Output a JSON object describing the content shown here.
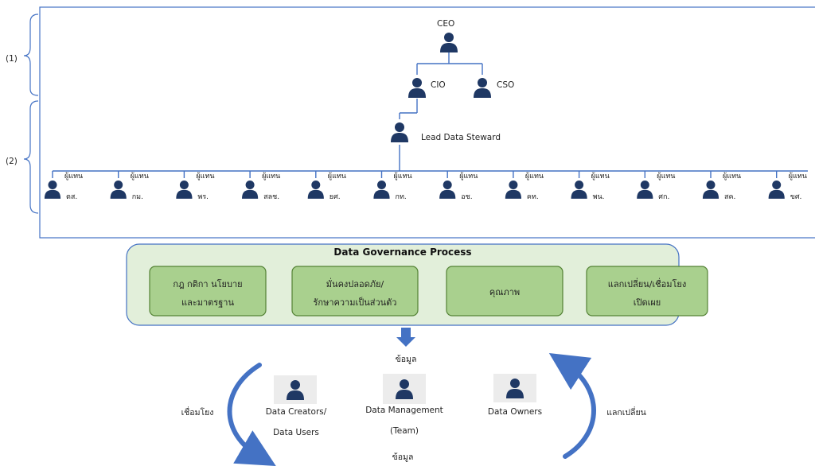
{
  "brackets": {
    "level1": "(1)",
    "level2": "(2)"
  },
  "org": {
    "ceo": "CEO",
    "cio": "CIO",
    "cso": "CSO",
    "lead": "Lead Data Steward",
    "representatives": [
      {
        "top": "ผู้แทน",
        "bottom": "ตส."
      },
      {
        "top": "ผู้แทน",
        "bottom": "กม."
      },
      {
        "top": "ผู้แทน",
        "bottom": "พร."
      },
      {
        "top": "ผู้แทน",
        "bottom": "สลช."
      },
      {
        "top": "ผู้แทน",
        "bottom": "ยศ."
      },
      {
        "top": "ผู้แทน",
        "bottom": "กท."
      },
      {
        "top": "ผู้แทน",
        "bottom": "อช."
      },
      {
        "top": "ผู้แทน",
        "bottom": "คท."
      },
      {
        "top": "ผู้แทน",
        "bottom": "พน."
      },
      {
        "top": "ผู้แทน",
        "bottom": "ศก."
      },
      {
        "top": "ผู้แทน",
        "bottom": "สค."
      },
      {
        "top": "ผู้แทน",
        "bottom": "ขศ."
      }
    ]
  },
  "process": {
    "title": "Data Governance Process",
    "boxes": [
      {
        "line1": "กฎ กติกา นโยบาย",
        "line2": "และมาตรฐาน"
      },
      {
        "line1": "มั่นคงปลอดภัย/",
        "line2": "รักษาความเป็นส่วนตัว"
      },
      {
        "line1": "คุณภาพ",
        "line2": ""
      },
      {
        "line1": "แลกเปลี่ยน/เชื่อมโยง",
        "line2": "เปิดเผย"
      }
    ]
  },
  "flow": {
    "data_top": "ข้อมูล",
    "data_bottom": "ข้อมูล",
    "left_arrow": "เชื่อมโยง",
    "right_arrow": "แลกเปลี่ยน",
    "creators_line1": "Data Creators/",
    "creators_line2": "Data Users",
    "management_line1": "Data Management",
    "management_line2": "(Team)",
    "owners": "Data Owners"
  },
  "colors": {
    "line": "#4472c4",
    "person": "#1f3864",
    "panel_fill": "#e2efda",
    "panel_stroke": "#4472c4",
    "box_fill": "#a9d08e",
    "box_stroke": "#548235",
    "arrow": "#4472c4"
  }
}
